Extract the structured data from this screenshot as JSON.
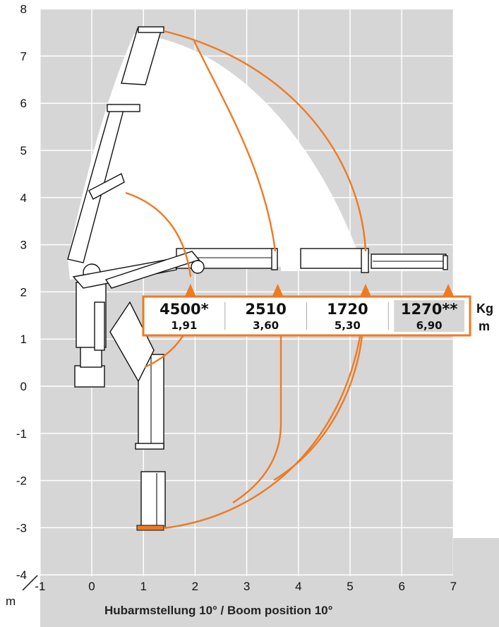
{
  "axes": {
    "x_ticks": [
      "-1",
      "0",
      "1",
      "2",
      "3",
      "4",
      "5",
      "6",
      "7"
    ],
    "y_ticks": [
      "-4",
      "-3",
      "-2",
      "-1",
      "0",
      "1",
      "2",
      "3",
      "4",
      "5",
      "6",
      "7",
      "8"
    ],
    "unit_label": "m"
  },
  "capacity_table": {
    "columns": [
      {
        "load": "4500*",
        "reach": "1,91",
        "x": 1.91,
        "highlight": false
      },
      {
        "load": "2510",
        "reach": "3,60",
        "x": 3.6,
        "highlight": false
      },
      {
        "load": "1720",
        "reach": "5,30",
        "x": 5.3,
        "highlight": false
      },
      {
        "load": "1270**",
        "reach": "6,90",
        "x": 6.9,
        "highlight": true
      }
    ],
    "load_unit": "Kg",
    "reach_unit": "m"
  },
  "caption": "Hubarmstellung 10° / Boom position 10°",
  "colors": {
    "accent": "#ee7a22",
    "grid_background": "#d6d6d6",
    "envelope": "#ffffff"
  }
}
